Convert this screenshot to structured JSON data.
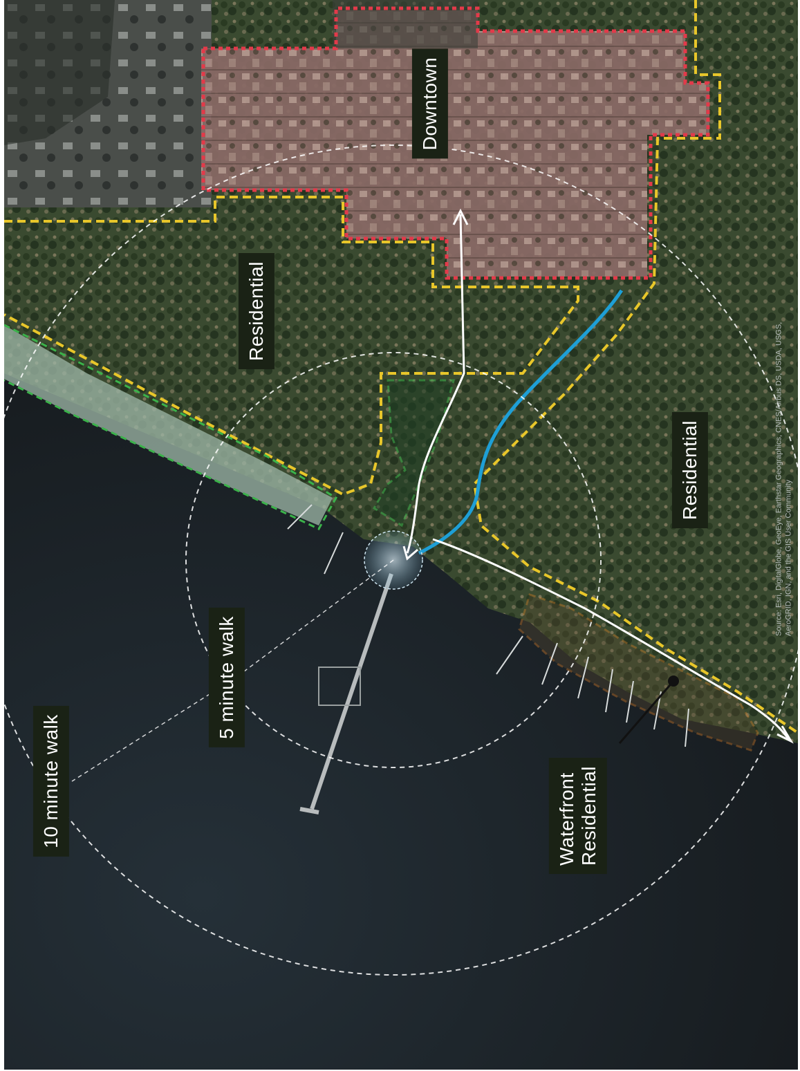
{
  "map": {
    "labels": {
      "downtown": "Downtown",
      "residential_west": "Residential",
      "residential_east": "Residential",
      "five_minute_walk": "5 minute walk",
      "ten_minute_walk": "10 minute walk",
      "waterfront_line1": "Waterfront",
      "waterfront_line2": "Residential"
    },
    "attribution_line1": "Source: Esri, DigitalGlobe, GeoEye, Earthstar Geographics, CNES/Airbus DS, USDA, USGS,",
    "attribution_line2": "AeroGRID, IGN, and the GIS User Community",
    "colors": {
      "downtown_boundary": "#e23a4a",
      "residential_boundary": "#e8c62a",
      "park_boundary": "#3bb24a",
      "waterfront_boundary": "#f08a2a",
      "creek": "#1e9fd6",
      "walk_route": "#ffffff",
      "walk_radius": "#ffffff",
      "water": "#1f2428",
      "label_background": "#1a2215"
    },
    "walk_radii": [
      "5 minute walk",
      "10 minute walk"
    ]
  }
}
